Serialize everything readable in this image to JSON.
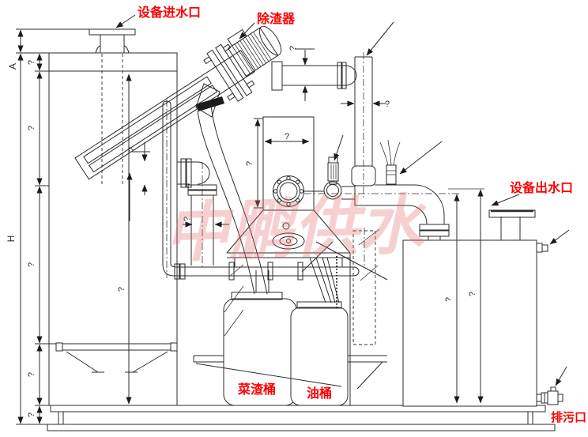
{
  "diagram": {
    "callouts": {
      "inlet": "设备进水口",
      "deslagger": "除渣器",
      "outlet": "设备出水口",
      "residue_bucket": "菜渣桶",
      "oil_bucket": "油桶",
      "drain": "排污口"
    },
    "dimensions": {
      "total_height": "H",
      "inlet_flange_height": "A",
      "unknown": "?"
    },
    "watermark": "中鹏供水",
    "colors": {
      "callout": "#ff0000",
      "line": "#2b2b2b",
      "watermark": "#e47070"
    }
  }
}
